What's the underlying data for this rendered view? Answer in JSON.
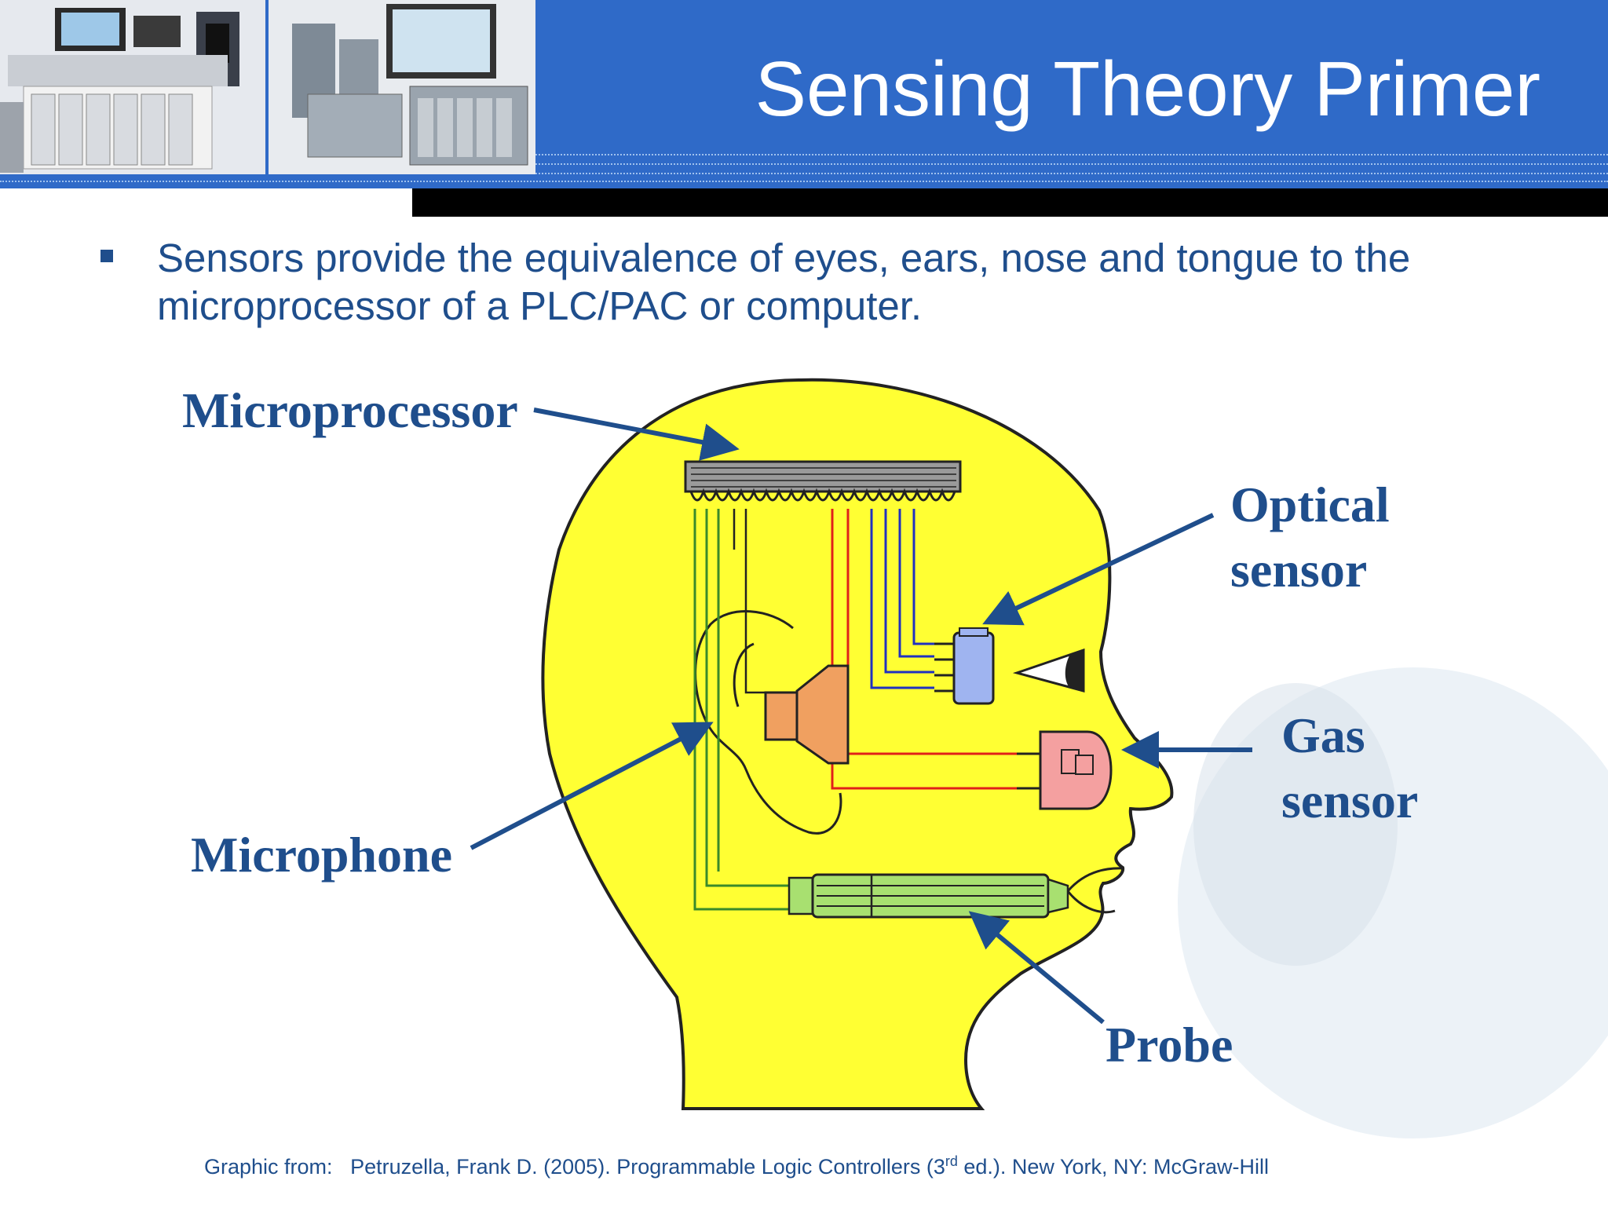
{
  "slide": {
    "title": "Sensing Theory Primer",
    "bullet": "Sensors provide the equivalence of eyes, ears, nose and tongue to the microprocessor of a PLC/PAC or computer."
  },
  "diagram": {
    "labels": {
      "microprocessor": "Microprocessor",
      "optical_line1": "Optical",
      "optical_line2": "sensor",
      "gas_line1": "Gas",
      "gas_line2": "sensor",
      "microphone": "Microphone",
      "probe": "Probe"
    },
    "colors": {
      "head_fill": "#ffff33",
      "label_blue": "#1f4e8c",
      "wire_green": "#3a8a2a",
      "wire_red": "#e0201a",
      "wire_blue": "#2030c0",
      "optical_sensor": "#9fb4f0",
      "gas_sensor": "#f4a0a0",
      "microphone": "#f0a060",
      "probe": "#a8e070",
      "chip": "#9a9a9a"
    }
  },
  "citation": {
    "prefix": "Graphic from:",
    "text_before_sup": "Petruzella, Frank D. (2005). Programmable Logic Controllers (3",
    "sup": "rd",
    "text_after_sup": " ed.). New York, NY: McGraw-Hill"
  }
}
